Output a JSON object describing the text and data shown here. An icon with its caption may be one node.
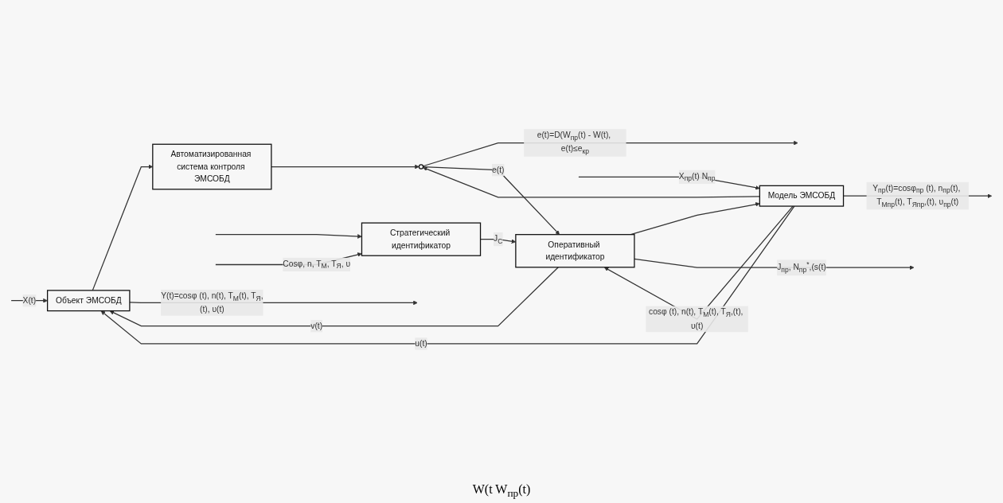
{
  "diagram": {
    "nodes": [
      {
        "text": [
          "Объект ЭМСОБД"
        ]
      },
      {
        "text": [
          "Автоматизированная система контроля ЭМСОБД"
        ]
      },
      {
        "text": [
          "Модель ЭМСОБД"
        ]
      },
      {
        "text": [
          "Стратегический идентификатор"
        ]
      },
      {
        "text": [
          "Оперативный идентификатор"
        ]
      },
      {
        "text": [],
        "shape": "circle"
      }
    ],
    "edges": [
      {
        "from": null,
        "to": 0,
        "arrow": "to",
        "label": "X(t)"
      },
      {
        "from": null,
        "to": 2,
        "arrow": "to",
        "label": "X$_{пр}$(t) N$_{пр}$"
      },
      {
        "from": null,
        "to": 3,
        "arrow": "to"
      },
      {
        "from": null,
        "to": 3,
        "arrow": "to",
        "label": "Cosφ, n, T$_{M}$, T$_{Я}$, υ"
      },
      {
        "from": 0,
        "to": 1,
        "arrow": "to"
      },
      {
        "from": 0,
        "to": null,
        "arrow": "to",
        "label": "Y(t)=cosφ (t), n(t), T$_{M}$(t), T$_{Я}$,(t), υ(t)"
      },
      {
        "from": 1,
        "to": 5,
        "arrow": "to"
      },
      {
        "from": 2,
        "to": 0,
        "arrow": "to",
        "label": "u(t)"
      },
      {
        "from": 4,
        "to": 0,
        "arrow": "to",
        "label": "v(t)"
      },
      {
        "from": 2,
        "to": null,
        "arrow": "to",
        "label": "Y$_{пр}$(t)=cosφ$_{пр}$ (t), n$_{пр}$(t), T$_{Mпр}$(t), T$_{Япр}$,(t), υ$_{пр}$(t)"
      },
      {
        "from": 2,
        "to": 4,
        "arrow": "to",
        "label": "cosφ (t), n(t), T$_{M}$(t), T$_{Я}$,(t), υ(t)"
      },
      {
        "from": 4,
        "to": 2,
        "arrow": "to"
      },
      {
        "from": 3,
        "to": 4,
        "arrow": "to",
        "label": "J$_{C}$"
      },
      {
        "from": 4,
        "to": null,
        "arrow": "to",
        "label": "J$_{пр}$, N$_{пр}$$^{*}$,(s(t)"
      },
      {
        "from": 2,
        "to": 5,
        "arrow": "to"
      },
      {
        "from": 5,
        "to": null,
        "arrow": "to",
        "label": "e(t)=D(W$_{пр}$(t) - W(t), e(t)≤e$_{кр}$"
      },
      {
        "from": 5,
        "to": 4,
        "arrow": "to",
        "label": "e(t)"
      }
    ],
    "labels": [
      "W(t W$_{пр}$(t)"
    ]
  }
}
